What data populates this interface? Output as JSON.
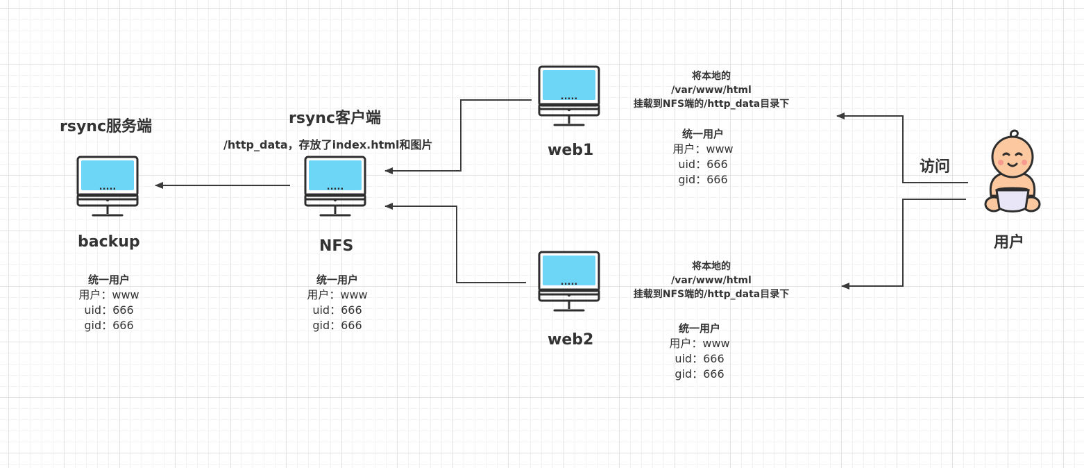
{
  "nodes": {
    "backup": {
      "role_title": "rsync服务端",
      "name": "backup",
      "screen_text": ".....",
      "user_block": {
        "heading": "统一用户",
        "user": "用户：www",
        "uid": "uid：666",
        "gid": "gid：666"
      }
    },
    "nfs": {
      "role_title": "rsync客户端",
      "description": "/http_data，存放了index.html和图片",
      "name": "NFS",
      "screen_text": ".....",
      "user_block": {
        "heading": "统一用户",
        "user": "用户：www",
        "uid": "uid：666",
        "gid": "gid：666"
      }
    },
    "web1": {
      "name": "web1",
      "screen_text": ".....",
      "mount_note": {
        "line1": "将本地的",
        "line2": "/var/www/html",
        "line3": "挂载到NFS端的/http_data目录下"
      },
      "user_block": {
        "heading": "统一用户",
        "user": "用户：www",
        "uid": "uid：666",
        "gid": "gid：666"
      }
    },
    "web2": {
      "name": "web2",
      "screen_text": ".....",
      "mount_note": {
        "line1": "将本地的",
        "line2": "/var/www/html",
        "line3": "挂载到NFS端的/http_data目录下"
      },
      "user_block": {
        "heading": "统一用户",
        "user": "用户：www",
        "uid": "uid：666",
        "gid": "gid：666"
      }
    },
    "user": {
      "name": "用户",
      "icon": "baby-user-icon"
    }
  },
  "edges": {
    "access_label": "访问"
  },
  "colors": {
    "screen": "#6dd5f5",
    "outline": "#2d2d2d",
    "arrow": "#3a3a3a",
    "skin": "#fbc8a0",
    "diaper": "#e9e6f7"
  }
}
